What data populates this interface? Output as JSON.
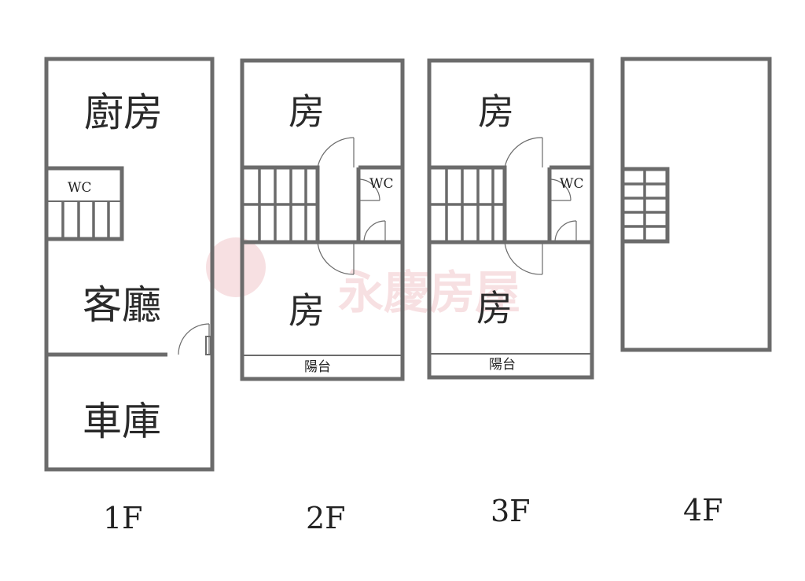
{
  "floors": [
    {
      "name": "1F",
      "rooms": {
        "kitchen": "廚房",
        "wc": "WC",
        "living": "客廳",
        "garage": "車庫"
      }
    },
    {
      "name": "2F",
      "rooms": {
        "top": "房",
        "wc": "WC",
        "bottom": "房",
        "balcony": "陽台"
      }
    },
    {
      "name": "3F",
      "rooms": {
        "top": "房",
        "wc": "WC",
        "bottom": "房",
        "balcony": "陽台"
      }
    },
    {
      "name": "4F",
      "rooms": {}
    }
  ],
  "watermark": {
    "text": "永慶房屋"
  }
}
